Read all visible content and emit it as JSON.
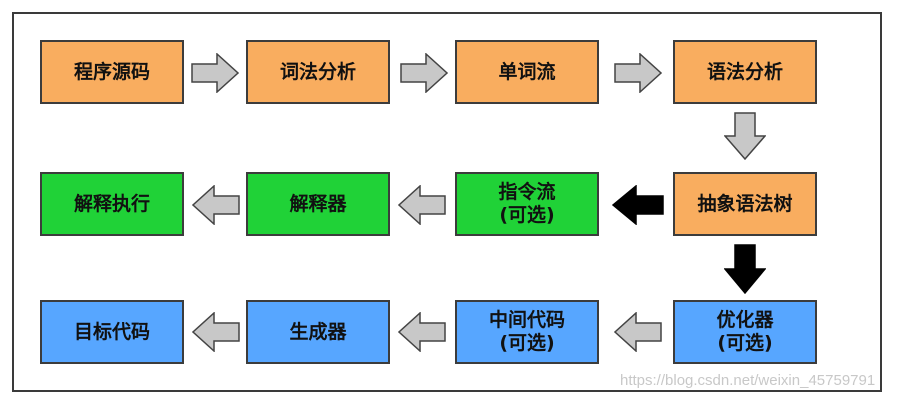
{
  "diagram": {
    "row1": {
      "box1": "程序源码",
      "box2": "词法分析",
      "box3": "单词流",
      "box4": "语法分析"
    },
    "row2": {
      "box1": "解释执行",
      "box2": "解释器",
      "box3_line1": "指令流",
      "box3_line2": "(可选)",
      "box4": "抽象语法树"
    },
    "row3": {
      "box1": "目标代码",
      "box2": "生成器",
      "box3_line1": "中间代码",
      "box3_line2": "(可选)",
      "box4_line1": "优化器",
      "box4_line2": "(可选)"
    }
  },
  "colors": {
    "orange": "#f9ad5f",
    "green": "#20d237",
    "blue": "#57a6ff",
    "arrow_gray": "#c8c8c8",
    "arrow_black": "#000000"
  },
  "watermark": "https://blog.csdn.net/weixin_45759791"
}
